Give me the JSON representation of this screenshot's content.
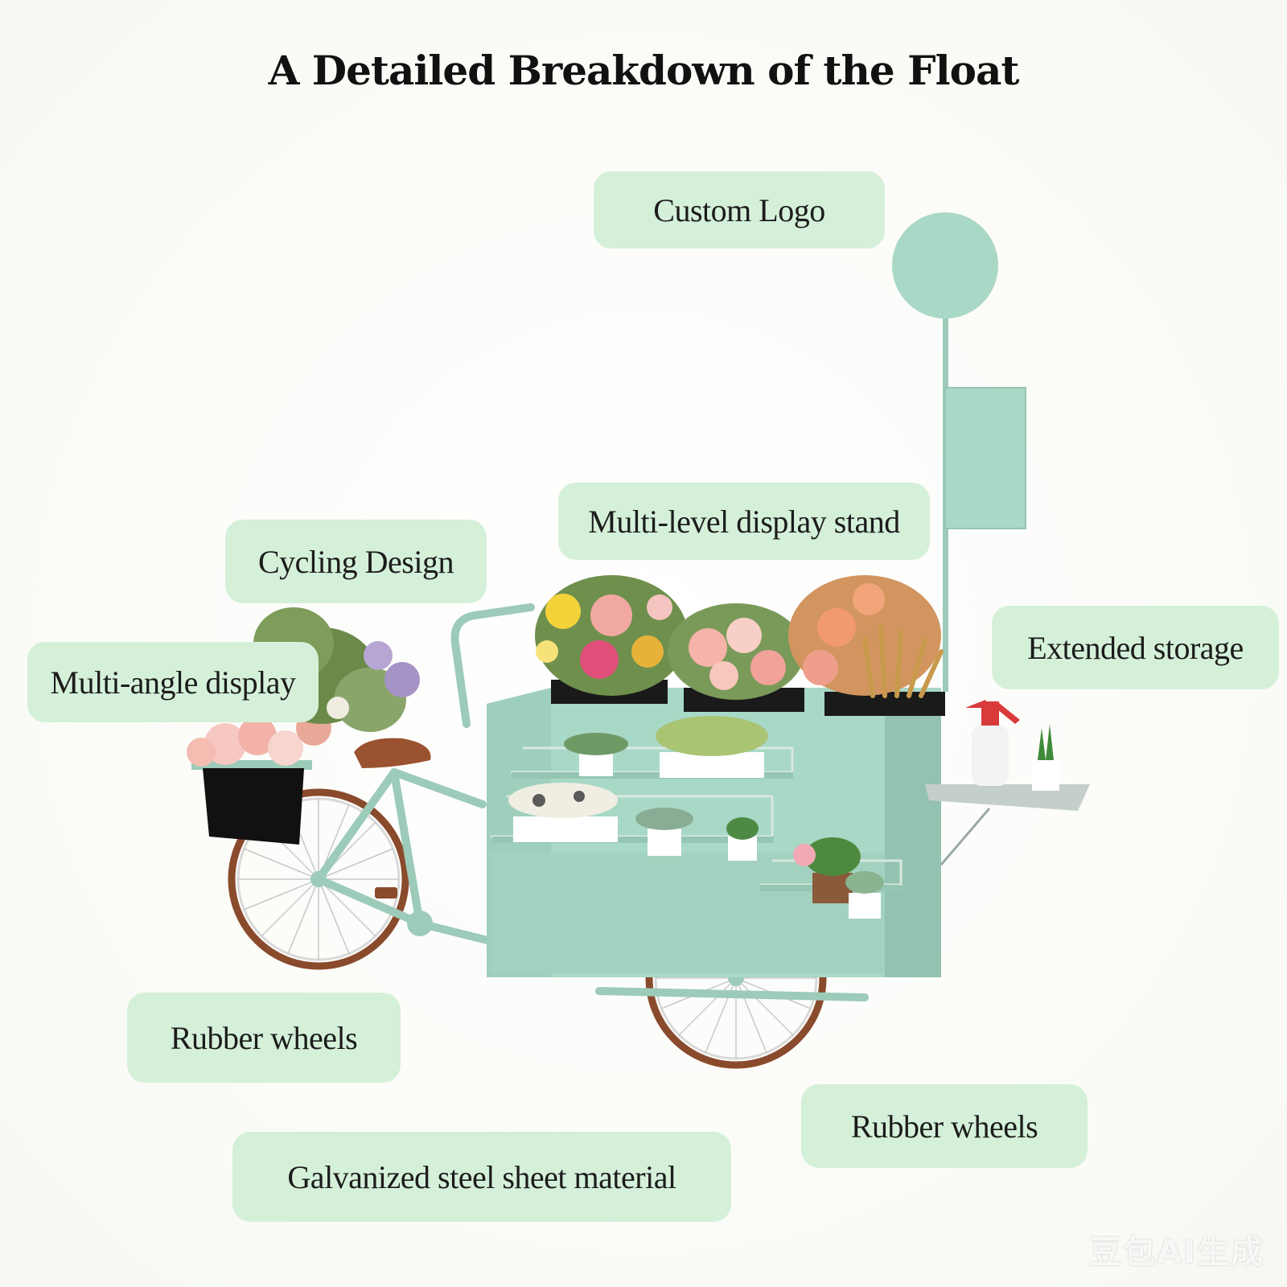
{
  "title": "A Detailed Breakdown of the Float",
  "labels": {
    "custom_logo": "Custom Logo",
    "multi_level_display_stand": "Multi-level display stand",
    "cycling_design": "Cycling Design",
    "extended_storage": "Extended storage",
    "multi_angle_display": "Multi-angle display",
    "rubber_wheels_left": "Rubber wheels",
    "rubber_wheels_right": "Rubber wheels",
    "galvanized_steel": "Galvanized steel sheet material"
  },
  "watermark": "豆包AI生成",
  "colors": {
    "label_background": "#d5f0d9",
    "cart_body": "#a8d8c6",
    "tire": "#8a4a2c",
    "background": "#fbfcf8"
  }
}
